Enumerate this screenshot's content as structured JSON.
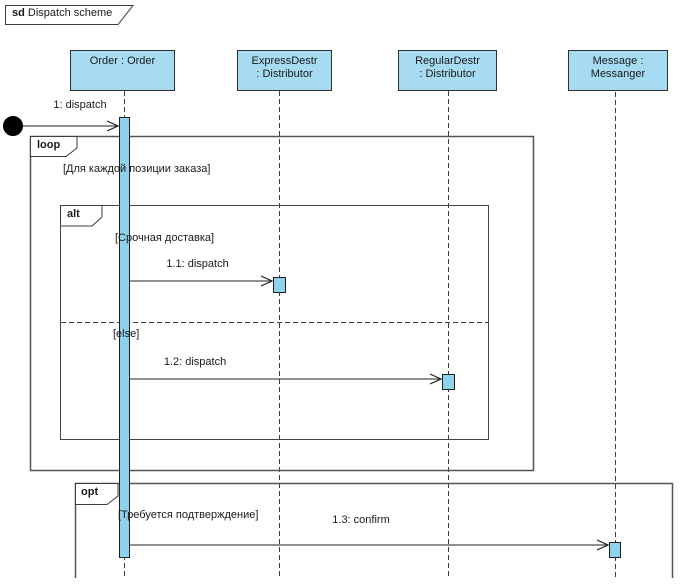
{
  "title": {
    "keyword": "sd",
    "name": "Dispatch scheme"
  },
  "lifelines": [
    {
      "id": "order",
      "line1": "Order : Order",
      "line2": ""
    },
    {
      "id": "express",
      "line1": "ExpressDestr",
      "line2": ": Distributor"
    },
    {
      "id": "regular",
      "line1": "RegularDestr",
      "line2": ": Distributor"
    },
    {
      "id": "message",
      "line1": "Message :",
      "line2": "Messanger"
    }
  ],
  "fragments": {
    "loop": {
      "label": "loop",
      "guard": "[Для каждой позиции заказа]"
    },
    "alt": {
      "label": "alt",
      "guard_if": "[Срочная доставка]",
      "guard_else": "[else]"
    },
    "opt": {
      "label": "opt",
      "guard": "[Требуется подтверждение]"
    }
  },
  "messages": [
    {
      "id": "1",
      "label": "1: dispatch"
    },
    {
      "id": "1.1",
      "label": "1.1: dispatch"
    },
    {
      "id": "1.2",
      "label": "1.2: dispatch"
    },
    {
      "id": "1.3",
      "label": "1.3: confirm"
    }
  ],
  "colors": {
    "lifeline_fill": "#A6DBF2",
    "activation_fill": "#8FD2EE",
    "line_color": "#3c3c3c",
    "frame_color": "#555555"
  }
}
